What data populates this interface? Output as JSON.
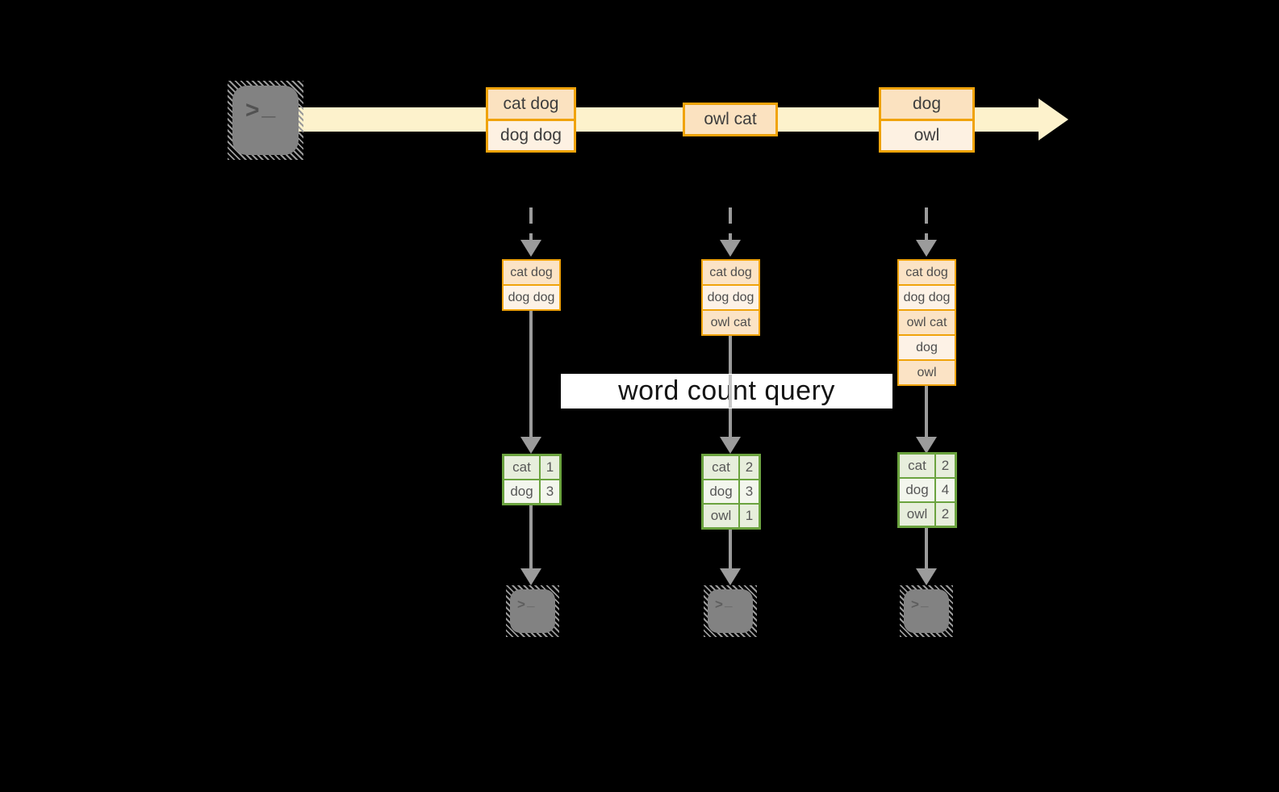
{
  "query_label": "word count query",
  "timeline": {
    "batches": [
      {
        "lines": [
          "cat dog",
          "dog dog"
        ]
      },
      {
        "lines": [
          "owl cat"
        ]
      },
      {
        "lines": [
          "dog",
          "owl"
        ]
      }
    ]
  },
  "columns": [
    {
      "input_stack": [
        "cat dog",
        "dog dog"
      ],
      "counts": [
        {
          "word": "cat",
          "count": "1"
        },
        {
          "word": "dog",
          "count": "3"
        }
      ]
    },
    {
      "input_stack": [
        "cat dog",
        "dog dog",
        "owl cat"
      ],
      "counts": [
        {
          "word": "cat",
          "count": "2"
        },
        {
          "word": "dog",
          "count": "3"
        },
        {
          "word": "owl",
          "count": "1"
        }
      ]
    },
    {
      "input_stack": [
        "cat dog",
        "dog dog",
        "owl cat",
        "dog",
        "owl"
      ],
      "counts": [
        {
          "word": "cat",
          "count": "2"
        },
        {
          "word": "dog",
          "count": "4"
        },
        {
          "word": "owl",
          "count": "2"
        }
      ]
    }
  ],
  "icons": {
    "source": "terminal-prompt",
    "sinks": [
      "terminal-prompt",
      "terminal-prompt",
      "terminal-prompt"
    ],
    "prompt_glyph": ">",
    "cursor_glyph": "_"
  },
  "colors": {
    "background": "#000000",
    "stream_band": "#fdf2cc",
    "batch_border": "#f0a30a",
    "batch_fill_dark": "#fbe2c0",
    "batch_fill_light": "#fdf1e2",
    "table_border": "#6ba33f",
    "table_fill_dark": "#e7eedc",
    "table_fill_light": "#f3f6ed",
    "arrow_gray": "#9b9b9b",
    "query_box": "#ffffff"
  }
}
